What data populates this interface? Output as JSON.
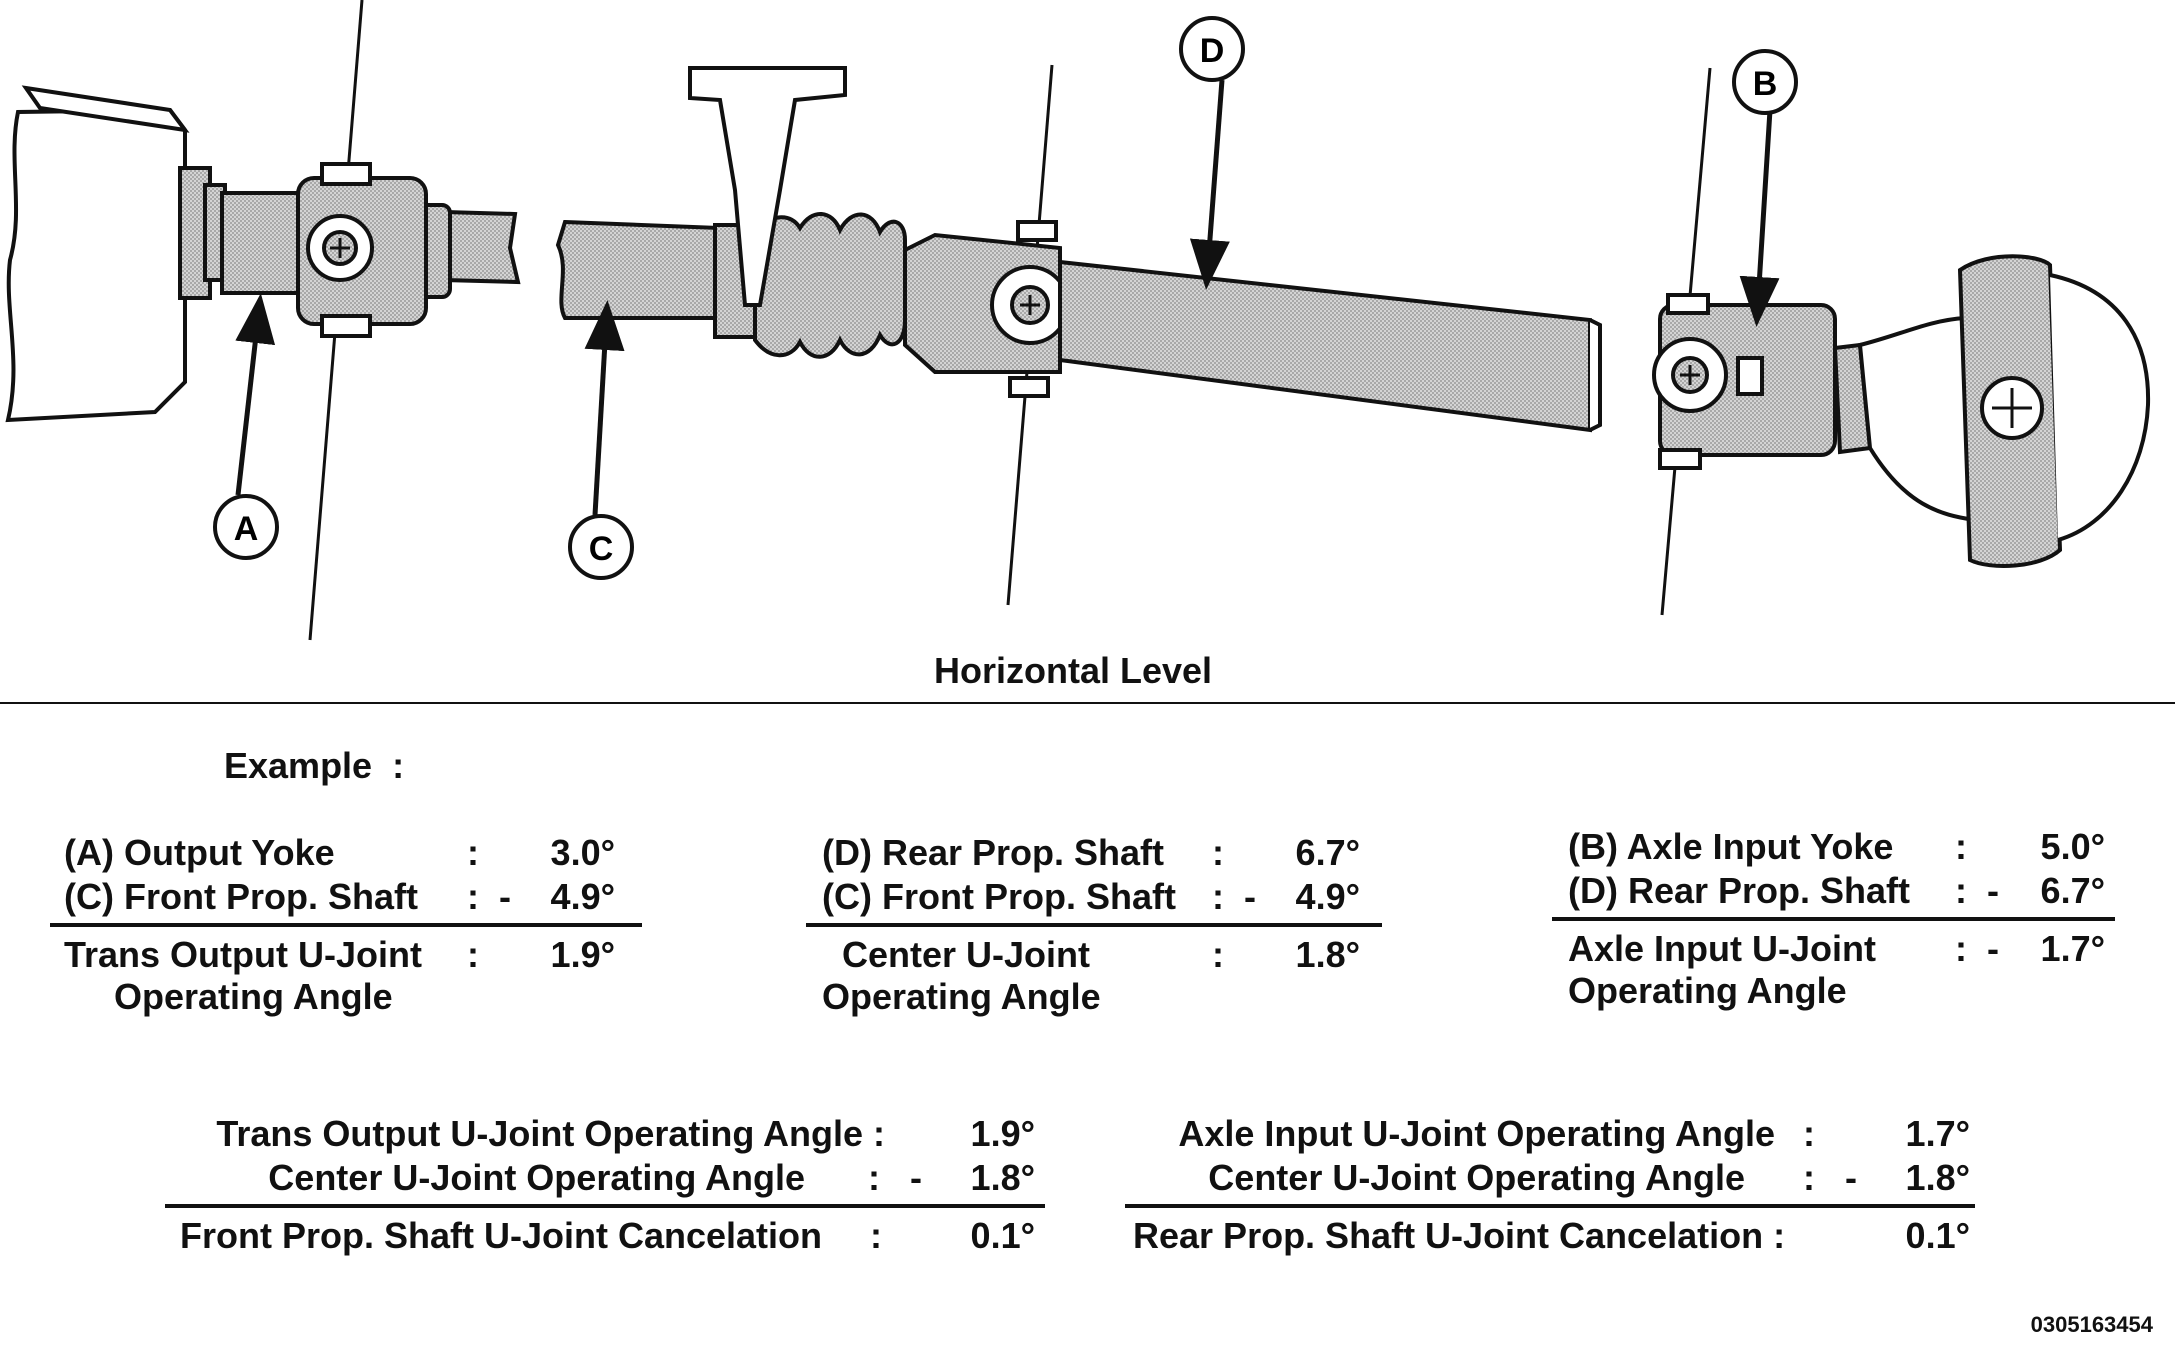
{
  "diagram": {
    "callouts": [
      "A",
      "B",
      "C",
      "D"
    ],
    "horizontal_level": "Horizontal Level"
  },
  "example_label": "Example  :",
  "panel_a": {
    "row1_label": "(A) Output Yoke",
    "row1_sep": ":",
    "row1_value": "3.0°",
    "row2_label": "(C) Front Prop. Shaft",
    "row2_sep": ":  -",
    "row2_value": "4.9°",
    "result_label": "Trans Output U-Joint\n     Operating Angle",
    "result_sep": ":",
    "result_value": "1.9°"
  },
  "panel_d": {
    "row1_label": "(D) Rear Prop. Shaft",
    "row1_sep": ":",
    "row1_value": "6.7°",
    "row2_label": "(C) Front Prop. Shaft",
    "row2_sep": ":  -",
    "row2_value": "4.9°",
    "result_label": "  Center U-Joint\nOperating Angle",
    "result_sep": ":",
    "result_value": "1.8°"
  },
  "panel_b": {
    "row1_label": "(B) Axle Input Yoke",
    "row1_sep": ":",
    "row1_value": "5.0°",
    "row2_label": "(D) Rear Prop. Shaft",
    "row2_sep": ":  -",
    "row2_value": "6.7°",
    "result_label": "Axle Input U-Joint\nOperating Angle",
    "result_sep": ":  -",
    "result_value": "1.7°"
  },
  "summary_front": {
    "row1_label": "Trans Output U-Joint Operating Angle :",
    "row1_value": "1.9°",
    "row2_label": "Center U-Joint Operating Angle",
    "row2_sep": ":   -",
    "row2_value": "1.8°",
    "result_label": "Front Prop. Shaft U-Joint Cancelation",
    "result_sep": ":",
    "result_value": "0.1°"
  },
  "summary_rear": {
    "row1_label": "Axle Input U-Joint Operating Angle",
    "row1_sep": ":",
    "row1_value": "1.7°",
    "row2_label": "Center U-Joint Operating Angle",
    "row2_sep": ":   -",
    "row2_value": "1.8°",
    "result_label": "Rear Prop. Shaft U-Joint Cancelation :",
    "result_value": "0.1°"
  },
  "figure_id": "0305163454",
  "colors": {
    "ink": "#111111",
    "shade": "#b8b8b8",
    "paper": "#ffffff"
  }
}
